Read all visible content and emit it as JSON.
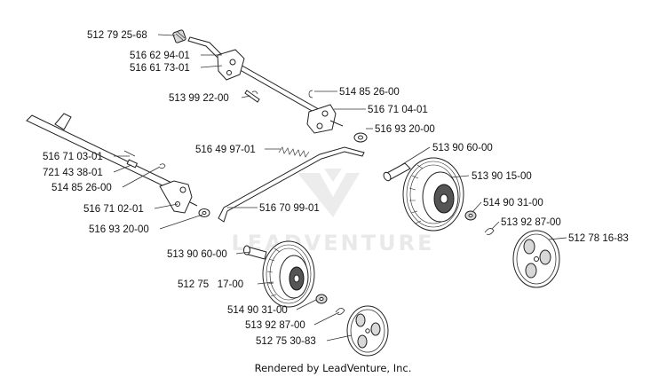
{
  "callouts": [
    {
      "id": "c1",
      "text": "512 79 25-68"
    },
    {
      "id": "c2",
      "text": "516 62 94-01"
    },
    {
      "id": "c3",
      "text": "516 61 73-01"
    },
    {
      "id": "c4",
      "text": "513 99 22-00"
    },
    {
      "id": "c5",
      "text": "514 85 26-00"
    },
    {
      "id": "c6",
      "text": "516 71 04-01"
    },
    {
      "id": "c7",
      "text": "516 93 20-00"
    },
    {
      "id": "c8",
      "text": "516 49 97-01"
    },
    {
      "id": "c9",
      "text": "513 90 60-00"
    },
    {
      "id": "c10",
      "text": "513 90 15-00"
    },
    {
      "id": "c11",
      "text": "514 90 31-00"
    },
    {
      "id": "c12",
      "text": "513 92 87-00"
    },
    {
      "id": "c13",
      "text": "512 78 16-83"
    },
    {
      "id": "c14",
      "text": "516 71 03-01"
    },
    {
      "id": "c15",
      "text": "721 43 38-01"
    },
    {
      "id": "c16",
      "text": "514 85 26-00"
    },
    {
      "id": "c17",
      "text": "516 71 02-01"
    },
    {
      "id": "c18",
      "text": "516 70 99-01"
    },
    {
      "id": "c19",
      "text": "516 93 20-00"
    },
    {
      "id": "c20",
      "text": "513 90 60-00"
    },
    {
      "id": "c21",
      "text": "512 75   17-00"
    },
    {
      "id": "c22",
      "text": "514 90 31-00"
    },
    {
      "id": "c23",
      "text": "513 92 87-00"
    },
    {
      "id": "c24",
      "text": "512 75 30-83"
    }
  ],
  "watermark": {
    "text": "LEADVENTURE"
  },
  "footer": {
    "credit": "Rendered by LeadVenture, Inc."
  }
}
